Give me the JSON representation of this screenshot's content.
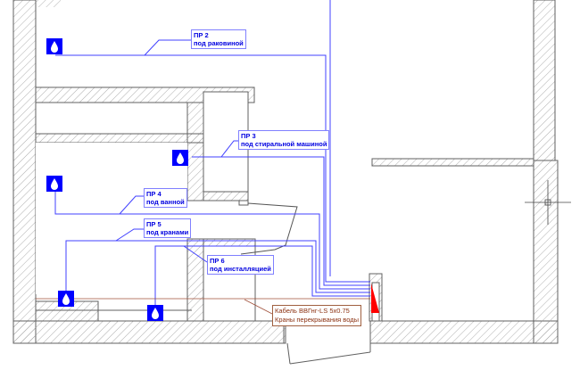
{
  "labels": {
    "pr2": {
      "title": "ПР 2",
      "sub": "под раковиной"
    },
    "pr3": {
      "title": "ПР 3",
      "sub": "под стиральной машиной"
    },
    "pr4": {
      "title": "ПР 4",
      "sub": "под ванной"
    },
    "pr5": {
      "title": "ПР 5",
      "sub": "под кранами"
    },
    "pr6": {
      "title": "ПР 6",
      "sub": "под инсталляцией"
    }
  },
  "cable": {
    "line1": "Кабель ВВГнг-LS 5x0.75",
    "line2": "Краны перекрывания воды"
  },
  "colors": {
    "pipe": "#4040ff",
    "cable": "#a0503a",
    "wall": "#606060",
    "sensor": "#0000ff",
    "valve": "#ff0000"
  }
}
